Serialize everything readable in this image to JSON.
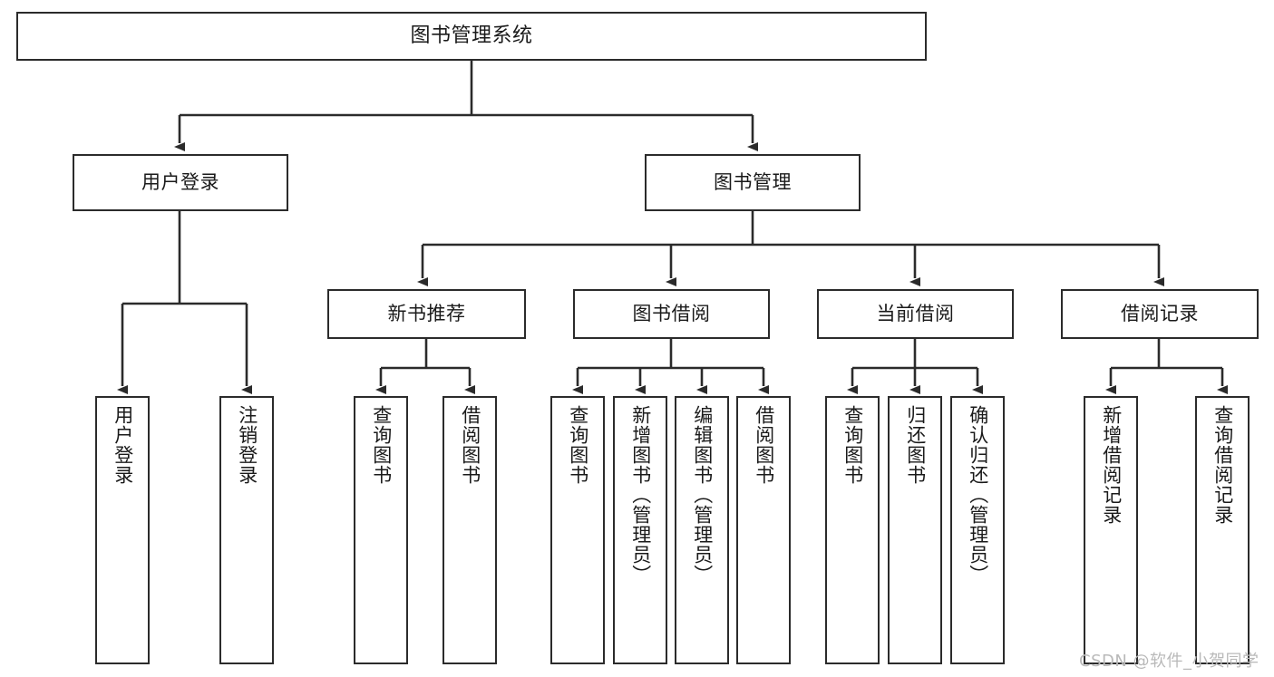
{
  "diagram": {
    "title": "图书管理系统",
    "type": "tree-hierarchy",
    "orientation": "top-down",
    "colors": {
      "node_border": "#2b2b2b",
      "node_fill": "#ffffff",
      "edge": "#2b2b2b",
      "text": "#1a1a1a",
      "watermark": "#b9b9b9",
      "background": "#ffffff"
    }
  },
  "nodes": {
    "root": {
      "label": "图书管理系统"
    },
    "level2": [
      {
        "label": "用户登录"
      },
      {
        "label": "图书管理"
      }
    ],
    "level3": [
      {
        "label": "新书推荐"
      },
      {
        "label": "图书借阅"
      },
      {
        "label": "当前借阅"
      },
      {
        "label": "借阅记录"
      }
    ],
    "leaves": {
      "user_login": [
        {
          "label": "用户登录"
        },
        {
          "label": "注销登录"
        }
      ],
      "new_book_recommend": [
        {
          "label": "查询图书"
        },
        {
          "label": "借阅图书"
        }
      ],
      "book_borrow": [
        {
          "label": "查询图书"
        },
        {
          "label": "新增图书（管理员）"
        },
        {
          "label": "编辑图书（管理员）"
        },
        {
          "label": "借阅图书"
        }
      ],
      "current_borrow": [
        {
          "label": "查询图书"
        },
        {
          "label": "归还图书"
        },
        {
          "label": "确认归还（管理员）"
        }
      ],
      "borrow_record": [
        {
          "label": "新增借阅记录"
        },
        {
          "label": "查询借阅记录"
        }
      ]
    }
  },
  "watermark": {
    "text": "CSDN @软件_小贺同学"
  }
}
